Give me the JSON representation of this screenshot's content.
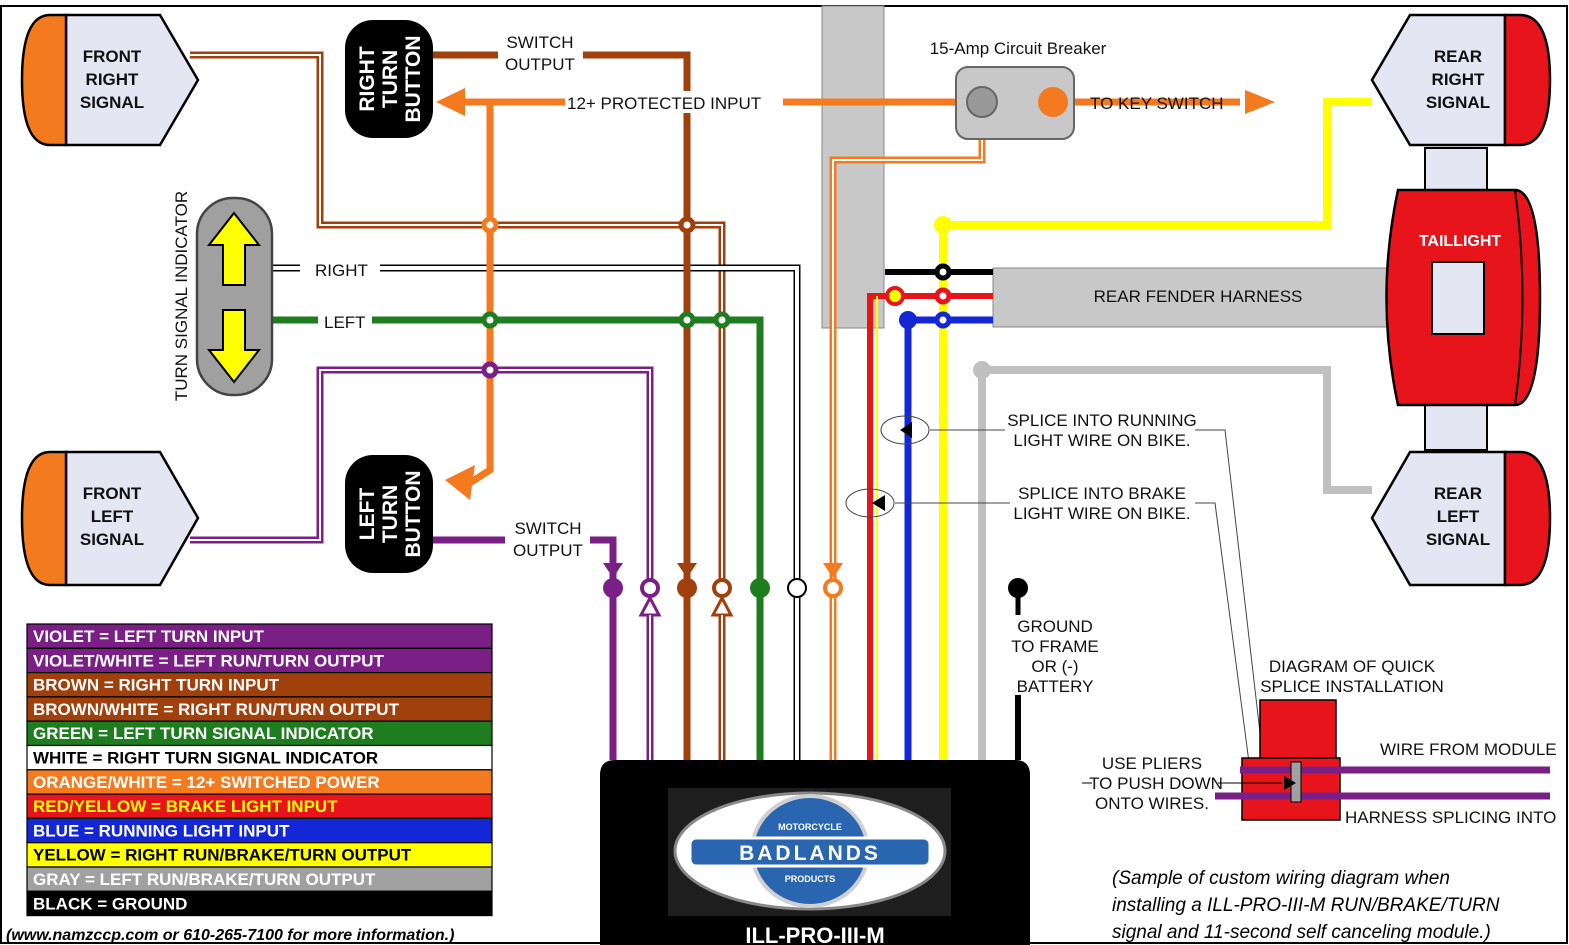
{
  "signals": {
    "front_right": [
      "FRONT",
      "RIGHT",
      "SIGNAL"
    ],
    "front_left": [
      "FRONT",
      "LEFT",
      "SIGNAL"
    ],
    "rear_right": [
      "REAR",
      "RIGHT",
      "SIGNAL"
    ],
    "rear_left": [
      "REAR",
      "LEFT",
      "SIGNAL"
    ]
  },
  "buttons": {
    "right": [
      "RIGHT",
      "TURN",
      "BUTTON"
    ],
    "left": [
      "LEFT",
      "TURN",
      "BUTTON"
    ]
  },
  "indicator": {
    "label": "TURN SIGNAL INDICATOR",
    "right": "RIGHT",
    "left": "LEFT"
  },
  "wire_labels": {
    "switch_output_top": [
      "SWITCH",
      "OUTPUT"
    ],
    "switch_output_bottom": [
      "SWITCH",
      "OUTPUT"
    ],
    "protected_input": "12+ PROTECTED INPUT",
    "to_key_switch": "TO KEY SWITCH",
    "breaker": "15-Amp Circuit Breaker",
    "rear_fender": "REAR FENDER HARNESS",
    "taillight": "TAILLIGHT",
    "splice_running": [
      "SPLICE INTO RUNNING",
      "LIGHT WIRE ON BIKE."
    ],
    "splice_brake": [
      "SPLICE INTO BRAKE",
      "LIGHT WIRE ON BIKE."
    ],
    "ground": [
      "GROUND",
      "TO FRAME",
      "OR (-)",
      "BATTERY"
    ]
  },
  "quick_splice": {
    "title": [
      "DIAGRAM OF QUICK",
      "SPLICE INSTALLATION"
    ],
    "pliers": [
      "USE PLIERS",
      "TO PUSH DOWN",
      "ONTO WIRES."
    ],
    "from_module": "WIRE FROM MODULE",
    "harness": "HARNESS SPLICING INTO"
  },
  "legend": [
    {
      "text": "VIOLET = LEFT TURN INPUT",
      "bg": "#7a1f86",
      "fg": "#ffffff"
    },
    {
      "text": "VIOLET/WHITE = LEFT RUN/TURN OUTPUT",
      "bg": "#7a1f86",
      "fg": "#ffffff"
    },
    {
      "text": "BROWN = RIGHT TURN INPUT",
      "bg": "#a0410d",
      "fg": "#ffffff"
    },
    {
      "text": "BROWN/WHITE = RIGHT RUN/TURN OUTPUT",
      "bg": "#a0410d",
      "fg": "#ffffff"
    },
    {
      "text": "GREEN = LEFT TURN SIGNAL INDICATOR",
      "bg": "#1e7d1e",
      "fg": "#ffffff"
    },
    {
      "text": "WHITE = RIGHT TURN SIGNAL INDICATOR",
      "bg": "#ffffff",
      "fg": "#000000"
    },
    {
      "text": "ORANGE/WHITE = 12+ SWITCHED POWER",
      "bg": "#f47a20",
      "fg": "#ffffff"
    },
    {
      "text": "RED/YELLOW = BRAKE LIGHT INPUT",
      "bg": "#e8141b",
      "fg": "#ffff00"
    },
    {
      "text": "BLUE = RUNNING LIGHT INPUT",
      "bg": "#1427d6",
      "fg": "#ffffff"
    },
    {
      "text": "YELLOW = RIGHT RUN/BRAKE/TURN OUTPUT",
      "bg": "#ffff00",
      "fg": "#000000"
    },
    {
      "text": "GRAY = LEFT RUN/BRAKE/TURN OUTPUT",
      "bg": "#a0a0a0",
      "fg": "#ffffff"
    },
    {
      "text": "BLACK = GROUND",
      "bg": "#000000",
      "fg": "#ffffff"
    }
  ],
  "module": {
    "logo_top": "MOTORCYCLE",
    "logo_main": "BADLANDS",
    "logo_bottom": "PRODUCTS",
    "name": "ILL-PRO-III-M"
  },
  "footer_url": "(www.namzccp.com or 610-265-7100 for more information.)",
  "sample_note": [
    "(Sample of custom wiring diagram when",
    "installing a ILL-PRO-III-M RUN/BRAKE/TURN",
    "signal and 11-second self canceling module.)"
  ],
  "colors": {
    "violet": "#7a1f86",
    "brown": "#a0410d",
    "green": "#1e7d1e",
    "orange": "#f47a20",
    "red": "#e8141b",
    "blue": "#1427d6",
    "yellow": "#ffff00",
    "gray": "#c0c0c0",
    "black": "#000000"
  }
}
